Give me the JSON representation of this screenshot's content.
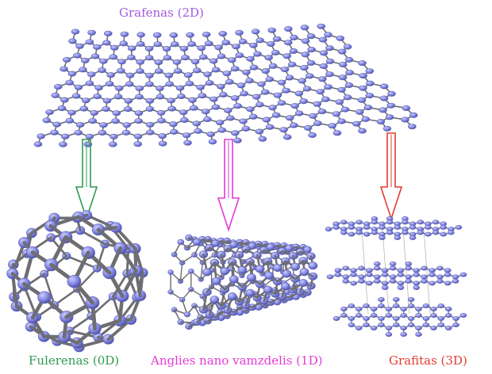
{
  "colors": {
    "atom": "#8a8ee6",
    "atom_edge": "#5d61b8",
    "bond": "#6e6e72",
    "graphene_label": "#a45ae0",
    "fullerene": "#2e9a52",
    "nanotube": "#e23bd6",
    "graphite": "#e03c32"
  },
  "labels": {
    "graphene": "Grafenas (2D)",
    "fullerene": "Fulerenas (0D)",
    "nanotube": "Anglies nano vamzdelis (1D)",
    "graphite": "Grafitas (3D)"
  },
  "arrows": [
    {
      "name": "arrow-to-fullerene",
      "color_key": "fullerene"
    },
    {
      "name": "arrow-to-nanotube",
      "color_key": "nanotube"
    },
    {
      "name": "arrow-to-graphite",
      "color_key": "graphite"
    }
  ]
}
